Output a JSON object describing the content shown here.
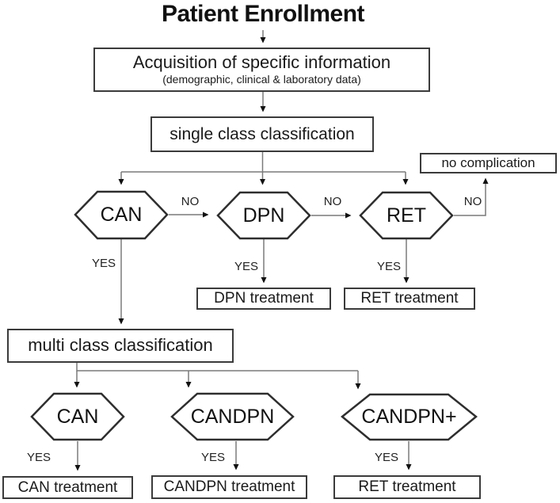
{
  "diagram": {
    "title": "Patient Enrollment",
    "nodes": {
      "acquisition": {
        "title": "Acquisition of specific information",
        "subtitle": "(demographic, clinical & laboratory data)"
      },
      "single_class": "single class classification",
      "no_complication": "no complication",
      "hex_can_top": "CAN",
      "hex_dpn": "DPN",
      "hex_ret": "RET",
      "dpn_treatment": "DPN treatment",
      "ret_treatment_top": "RET treatment",
      "multi_class": "multi class classification",
      "hex_can_bottom": "CAN",
      "hex_candpn": "CANDPN",
      "hex_candpn_plus": "CANDPN+",
      "can_treatment": "CAN treatment",
      "candpn_treatment": "CANDPN treatment",
      "ret_treatment_bottom": "RET treatment"
    },
    "edge_labels": {
      "no_can_dpn": "NO",
      "no_dpn_ret": "NO",
      "no_ret_none": "NO",
      "yes_can_top": "YES",
      "yes_dpn": "YES",
      "yes_ret": "YES",
      "yes_can_bottom": "YES",
      "yes_candpn": "YES",
      "yes_candpn_plus": "YES"
    },
    "colors": {
      "background": "#ffffff",
      "box_border": "#3b3b3b",
      "hexagon_border": "#2e2e2e",
      "connector": "#7a7a7a",
      "arrowhead": "#111111",
      "text": "#1a1a1a"
    }
  }
}
